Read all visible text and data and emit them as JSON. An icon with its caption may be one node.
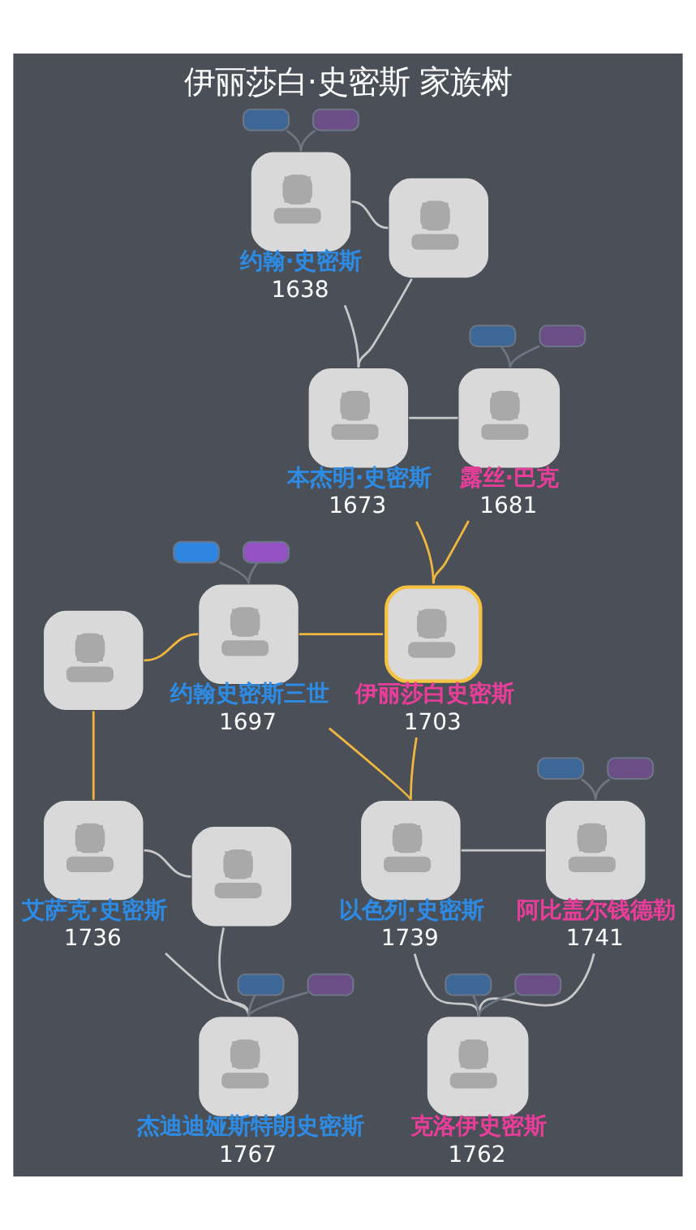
{
  "diagram": {
    "title": "伊丽莎白·史密斯 家族树",
    "nodes": [
      {
        "text": [],
        "shape": "box"
      },
      {
        "text": [],
        "shape": "box"
      },
      {
        "text": [
          "约翰·史密斯",
          "1638"
        ]
      },
      {
        "text": [],
        "shape": "person"
      },
      {
        "text": [],
        "shape": "box"
      },
      {
        "text": [],
        "shape": "box"
      },
      {
        "text": [
          "本杰明·史密斯",
          "1673"
        ]
      },
      {
        "text": [
          "露丝·巴克",
          "1681"
        ]
      },
      {
        "text": [],
        "shape": "box"
      },
      {
        "text": [],
        "shape": "box"
      },
      {
        "text": [],
        "shape": "person"
      },
      {
        "text": [
          "约翰史密斯三世",
          "1697"
        ]
      },
      {
        "text": [
          "伊丽莎白史密斯",
          "1703"
        ]
      },
      {
        "text": [],
        "shape": "box"
      },
      {
        "text": [],
        "shape": "box"
      },
      {
        "text": [
          "艾萨克·史密斯",
          "1736"
        ]
      },
      {
        "text": [],
        "shape": "person"
      },
      {
        "text": [
          "以色列·史密斯",
          "1739"
        ]
      },
      {
        "text": [
          "阿比盖尔钱德勒",
          "1741"
        ]
      },
      {
        "text": [],
        "shape": "box"
      },
      {
        "text": [],
        "shape": "box"
      },
      {
        "text": [],
        "shape": "box"
      },
      {
        "text": [],
        "shape": "box"
      },
      {
        "text": [
          "杰迪迪娅斯特朗史密斯",
          "1767"
        ]
      },
      {
        "text": [
          "克洛伊史密斯",
          "1762"
        ]
      }
    ],
    "edges": [
      {
        "from": 0,
        "to": 2,
        "arrow": "none"
      },
      {
        "from": 1,
        "to": 2,
        "arrow": "none"
      },
      {
        "from": 2,
        "to": 3,
        "arrow": "none",
        "color": "#c8c8c8"
      },
      {
        "from": 2,
        "to": 6,
        "arrow": "none",
        "color": "#c8c8c8"
      },
      {
        "from": 3,
        "to": 6,
        "arrow": "none",
        "color": "#c8c8c8"
      },
      {
        "from": 4,
        "to": 7,
        "arrow": "none"
      },
      {
        "from": 5,
        "to": 7,
        "arrow": "none"
      },
      {
        "from": 6,
        "to": 7,
        "arrow": "none",
        "color": "#c8c8c8"
      },
      {
        "from": 6,
        "to": 12,
        "arrow": "none",
        "color": "#f0b73f"
      },
      {
        "from": 7,
        "to": 12,
        "arrow": "none",
        "color": "#f0b73f"
      },
      {
        "from": 8,
        "to": 11,
        "arrow": "none"
      },
      {
        "from": 9,
        "to": 11,
        "arrow": "none"
      },
      {
        "from": 10,
        "to": 11,
        "arrow": "none",
        "color": "#f0b73f"
      },
      {
        "from": 11,
        "to": 12,
        "arrow": "none",
        "color": "#f0b73f"
      },
      {
        "from": 10,
        "to": 15,
        "arrow": "none",
        "color": "#f0b73f"
      },
      {
        "from": 11,
        "to": 17,
        "arrow": "none",
        "color": "#f0b73f"
      },
      {
        "from": 12,
        "to": 17,
        "arrow": "none",
        "color": "#f0b73f"
      },
      {
        "from": 13,
        "to": 18,
        "arrow": "none"
      },
      {
        "from": 14,
        "to": 18,
        "arrow": "none"
      },
      {
        "from": 15,
        "to": 16,
        "arrow": "none",
        "color": "#c8c8c8"
      },
      {
        "from": 17,
        "to": 18,
        "arrow": "none",
        "color": "#c8c8c8"
      },
      {
        "from": 19,
        "to": 23,
        "arrow": "none"
      },
      {
        "from": 20,
        "to": 23,
        "arrow": "none"
      },
      {
        "from": 21,
        "to": 24,
        "arrow": "none"
      },
      {
        "from": 22,
        "to": 24,
        "arrow": "none"
      },
      {
        "from": 15,
        "to": 23,
        "arrow": "none",
        "color": "#c8c8c8"
      },
      {
        "from": 16,
        "to": 23,
        "arrow": "none",
        "color": "#c8c8c8"
      },
      {
        "from": 17,
        "to": 24,
        "arrow": "none",
        "color": "#c8c8c8"
      },
      {
        "from": 18,
        "to": 24,
        "arrow": "none",
        "color": "#c8c8c8"
      }
    ]
  }
}
